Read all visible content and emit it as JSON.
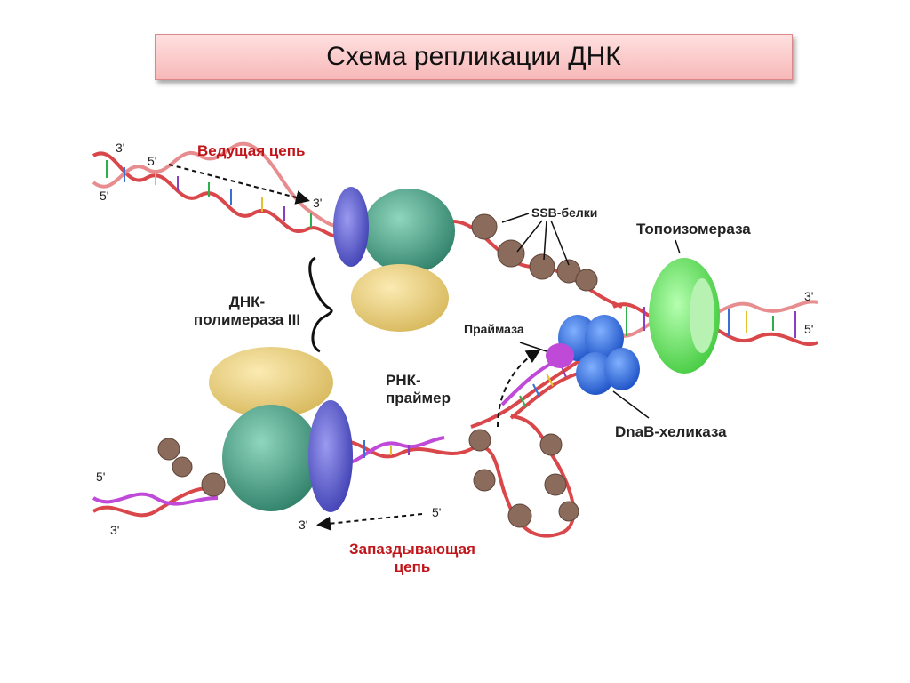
{
  "title": "Схема репликации ДНК",
  "labels": {
    "leading": "Ведущая цепь",
    "ssb": "SSB-белки",
    "topoisomerase": "Топоизомераза",
    "polymerase_line1": "ДНК-",
    "polymerase_line2": "полимераза III",
    "primase": "Праймаза",
    "primer_line1": "РНК-",
    "primer_line2": "праймер",
    "helicase": "DnaB-хеликаза",
    "lagging_line1": "Запаздывающая",
    "lagging_line2": "цепь"
  },
  "primes": {
    "lead_3_top": "3'",
    "lead_5_arrow": "5'",
    "lead_5_bottom": "5'",
    "lead_3_arrow": "3'",
    "right_3": "3'",
    "right_5": "5'",
    "lag_5_left": "5'",
    "lag_3_left": "3'",
    "lag_3_arrow": "3'",
    "lag_5_arrow": "5'"
  },
  "colors": {
    "accent_red": "#c0161a",
    "strand_red": "#d9474a",
    "polymerase_ring": "#5b5bd0",
    "polymerase_core": "#4fa88c",
    "clamp_yellow": "#e8cf7a",
    "topoisomerase": "#6fe06a",
    "helicase": "#2f6ee0",
    "primase": "#c04ad8",
    "ssb": "#8a6b5c"
  }
}
